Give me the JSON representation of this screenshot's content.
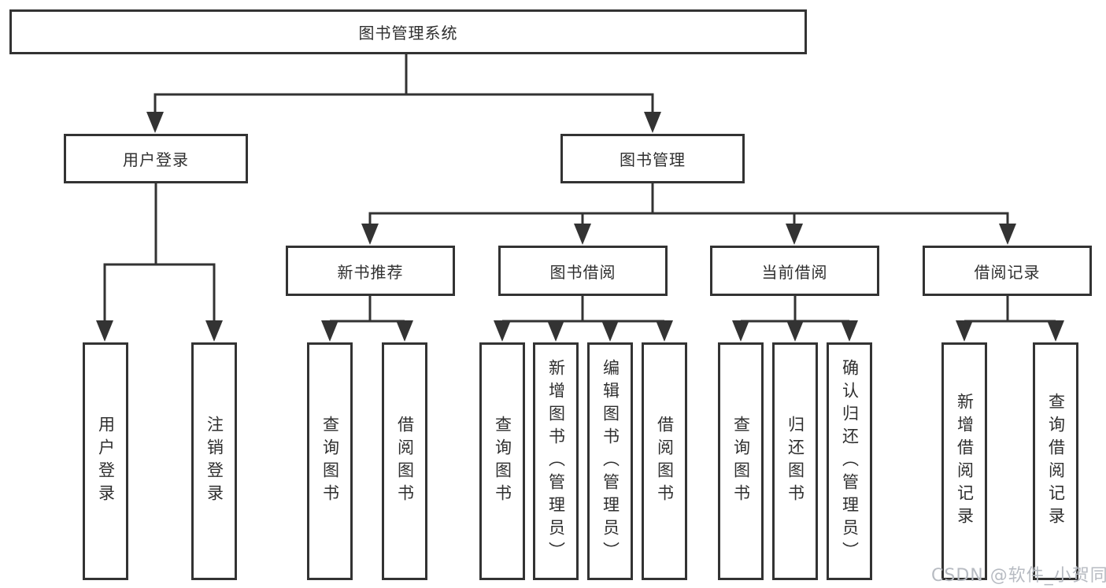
{
  "diagram": {
    "watermark": "CSDN @软件_小贺同学",
    "colors": {
      "line": "#333333",
      "text": "#2f2f2f",
      "background": "#ffffff",
      "watermark": "#b7bbc2"
    },
    "tree": {
      "label": "图书管理系统",
      "children": [
        {
          "label": "用户登录",
          "children": [
            {
              "label": "用户登录"
            },
            {
              "label": "注销登录"
            }
          ]
        },
        {
          "label": "图书管理",
          "children": [
            {
              "label": "新书推荐",
              "children": [
                {
                  "label": "查询图书"
                },
                {
                  "label": "借阅图书"
                }
              ]
            },
            {
              "label": "图书借阅",
              "children": [
                {
                  "label": "查询图书"
                },
                {
                  "label": "新增图书（管理员）"
                },
                {
                  "label": "编辑图书（管理员）"
                },
                {
                  "label": "借阅图书"
                }
              ]
            },
            {
              "label": "当前借阅",
              "children": [
                {
                  "label": "查询图书"
                },
                {
                  "label": "归还图书"
                },
                {
                  "label": "确认归还（管理员）"
                }
              ]
            },
            {
              "label": "借阅记录",
              "children": [
                {
                  "label": "新增借阅记录"
                },
                {
                  "label": "查询借阅记录"
                }
              ]
            }
          ]
        }
      ]
    }
  }
}
